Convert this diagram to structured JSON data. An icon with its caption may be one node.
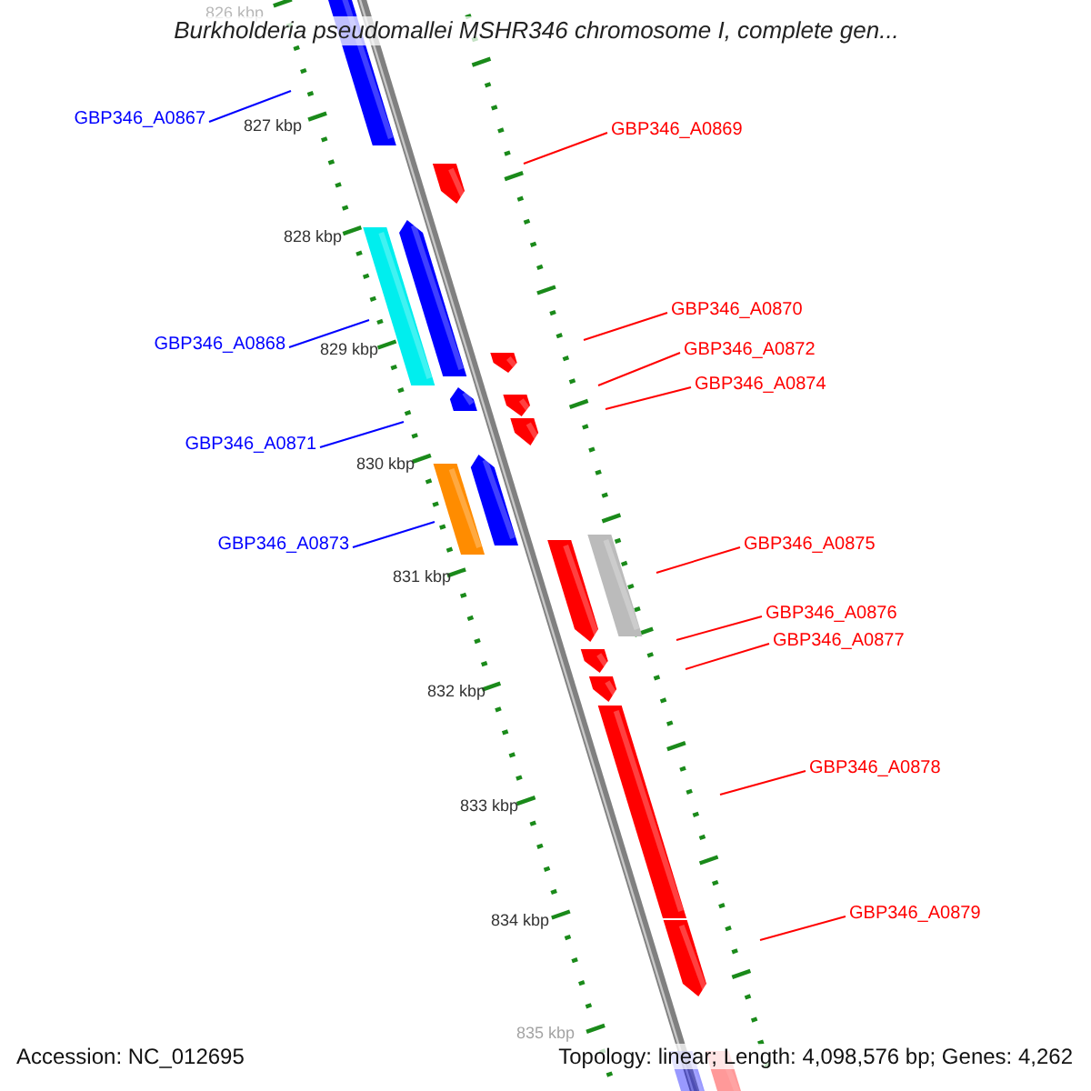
{
  "diagram": {
    "title": "Burkholderia pseudomallei MSHR346 chromosome I, complete gen...",
    "nodes": [
      {
        "text": [
          "GBP346_A0867"
        ]
      },
      {
        "text": [
          "GBP346_A0869"
        ]
      },
      {
        "text": [
          "GBP346_A0870"
        ]
      },
      {
        "text": [
          "GBP346_A0868"
        ]
      },
      {
        "text": [
          "GBP346_A0872"
        ]
      },
      {
        "text": [
          "GBP346_A0874"
        ]
      },
      {
        "text": [
          "GBP346_A0871"
        ]
      },
      {
        "text": [
          "GBP346_A0875"
        ]
      },
      {
        "text": [
          "GBP346_A0873"
        ]
      },
      {
        "text": [
          "GBP346_A0876"
        ]
      },
      {
        "text": [
          "GBP346_A0877"
        ]
      },
      {
        "text": [
          "GBP346_A0878"
        ]
      },
      {
        "text": [
          "GBP346_A0879"
        ]
      }
    ],
    "edges": [
      {
        "from": 0,
        "to": null,
        "arrow": "none",
        "color": "#0000ff"
      },
      {
        "from": 1,
        "to": null,
        "arrow": "none"
      },
      {
        "from": 2,
        "to": null,
        "arrow": "none"
      },
      {
        "from": 3,
        "to": null,
        "arrow": "none",
        "color": "#0000ff"
      },
      {
        "from": 4,
        "to": null,
        "arrow": "none"
      },
      {
        "from": 5,
        "to": null,
        "arrow": "none"
      },
      {
        "from": 6,
        "to": null,
        "arrow": "none",
        "color": "#0000ff"
      },
      {
        "from": 7,
        "to": null,
        "arrow": "none"
      },
      {
        "from": 8,
        "to": null,
        "arrow": "none",
        "color": "#0000ff"
      },
      {
        "from": 9,
        "to": null,
        "arrow": "none"
      },
      {
        "from": 10,
        "to": null,
        "arrow": "none"
      },
      {
        "from": 11,
        "to": null,
        "arrow": "none"
      },
      {
        "from": 12,
        "to": null,
        "arrow": "none"
      }
    ],
    "labels": [
      "826 kbp",
      "827 kbp",
      "828 kbp",
      "829 kbp",
      "830 kbp",
      "831 kbp",
      "832 kbp",
      "833 kbp",
      "834 kbp",
      "835 kbp",
      "Accession: NC_012695",
      "Topology: linear; Length: 4,098,576 bp; Genes: 4,262"
    ]
  }
}
